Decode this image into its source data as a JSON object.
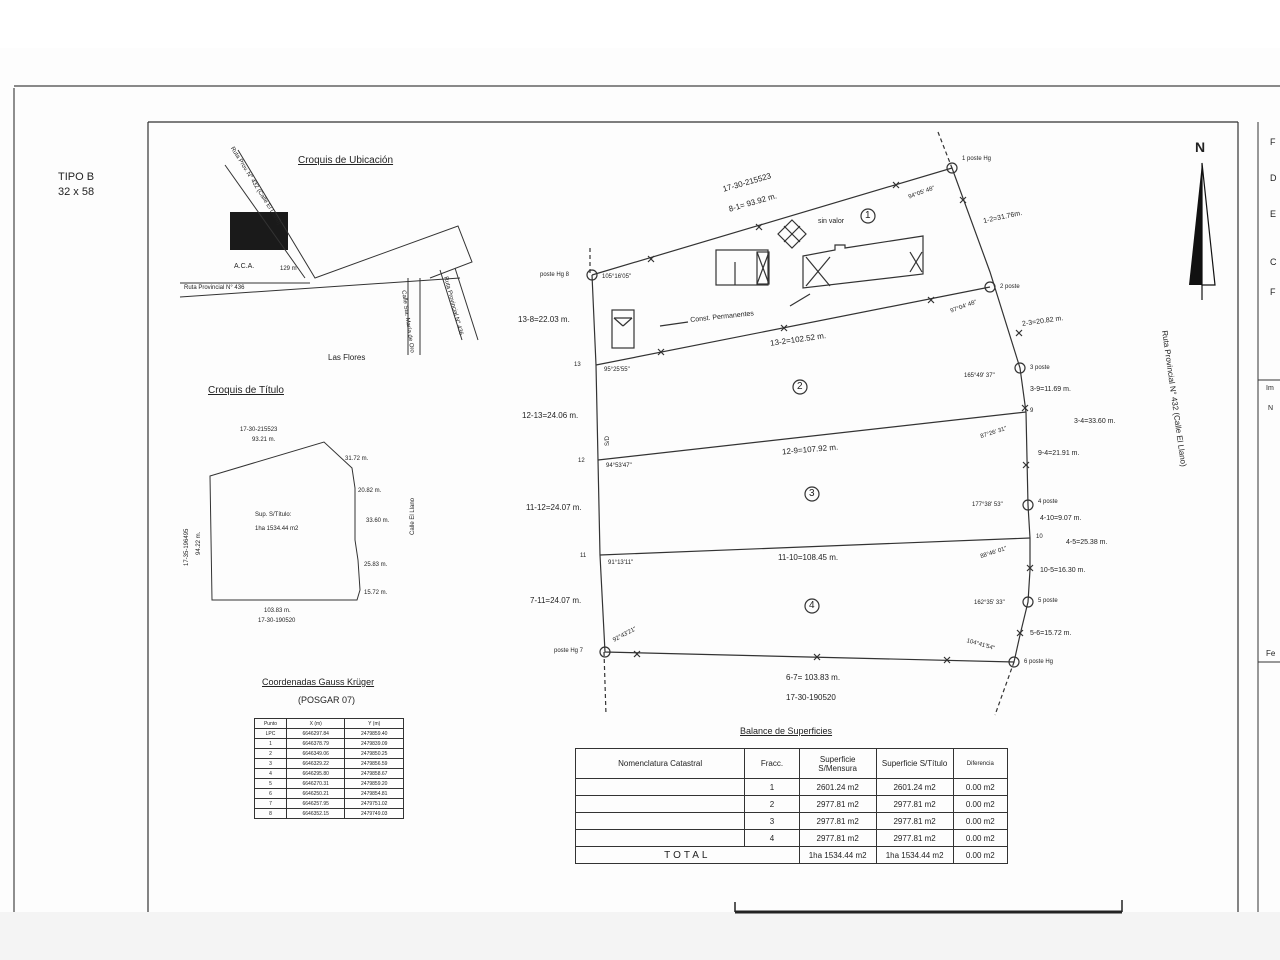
{
  "header": {
    "tipo": "TIPO B",
    "size": "32 x 58",
    "north": "N"
  },
  "ubicacion": {
    "title": "Croquis de Ubicación",
    "labels": {
      "aca": "A.C.A.",
      "dist": "129 m",
      "ruta436": "Ruta Provincial N° 436",
      "ruta432": "Ruta Prov. N° 432 (Calle El Llano)",
      "ruta436b": "Ruta Provincial N° 436",
      "calle": "Calle Sta. María de Oro",
      "lasflores": "Las Flores"
    }
  },
  "titulo": {
    "title": "Croquis de Título",
    "top": "17-30-215523",
    "topd": "93.21 m.",
    "d1": "31.72 m.",
    "d2": "20.82 m.",
    "d3": "33.60 m.",
    "d4": "25.83 m.",
    "d5": "15.72 m.",
    "bottomd": "103.83 m.",
    "bottom": "17-30-190520",
    "left": "17-35-196495",
    "leftd": "94.22 m.",
    "sup1": "Sup. S/Título:",
    "sup2": "1ha 1534.44 m2",
    "calle": "Calle El Llano"
  },
  "coordenadas": {
    "title": "Coordenadas Gauss Krüger",
    "subtitle": "(POSGAR 07)",
    "headers": [
      "Punto",
      "X (m)",
      "Y (m)"
    ],
    "rows": [
      [
        "LPC",
        "6646297.84",
        "2479859.40"
      ],
      [
        "1",
        "6646378.79",
        "2479839.09"
      ],
      [
        "2",
        "6646349.06",
        "2479850.25"
      ],
      [
        "3",
        "6646329.22",
        "2479856.59"
      ],
      [
        "4",
        "6646295.80",
        "2479858.67"
      ],
      [
        "5",
        "6646270.31",
        "2479859.20"
      ],
      [
        "6",
        "6646250.21",
        "2479854.81"
      ],
      [
        "7",
        "6646257.95",
        "2479751.02"
      ],
      [
        "8",
        "6646352.15",
        "2479749.03"
      ]
    ]
  },
  "plan": {
    "top_ref": "17-30-215523",
    "d81": "8-1= 93.92 m.",
    "sinvalor": "sin valor",
    "const": "Const. Permanentes",
    "poste1": "1 poste Hg",
    "poste2": "2 poste",
    "poste3": "3 poste",
    "poste4": "4 poste",
    "poste5": "5 poste",
    "poste6": "6 poste Hg",
    "poste7": "poste Hg 7",
    "poste8": "poste Hg 8",
    "a1": "94°05' 48\"",
    "a8": "105°16'05\"",
    "a2": "97°04' 48\"",
    "a13": "95°25'55\"",
    "a3": "165°49' 37\"",
    "a9": "87°26' 31\"",
    "a12": "94°53'47\"",
    "a4": "177°38' 53\"",
    "a10": "88°46' 01\"",
    "a11": "91°13'11\"",
    "a5": "162°35' 33\"",
    "a6": "104°41'54\"",
    "a7": "92°43'21\"",
    "d12": "1-2=31.76m.",
    "d23": "2-3=20.82 m.",
    "d39": "3-9=11.69 m.",
    "d34": "3-4=33.60 m.",
    "d94": "9-4=21.91 m.",
    "d410": "4-10=9.07 m.",
    "d45": "4-5=25.38 m.",
    "d105": "10-5=16.30 m.",
    "d56": "5-6=15.72 m.",
    "d132": "13-2=102.52 m.",
    "d129": "12-9=107.92 m.",
    "d1110": "11-10=108.45 m.",
    "d67": "6-7= 103.83 m.",
    "bottom_ref": "17-30-190520",
    "d138": "13-8=22.03 m.",
    "d1213": "12-13=24.06 m.",
    "d1112": "11-12=24.07 m.",
    "d711": "7-11=24.07 m.",
    "n13": "13",
    "n12": "12",
    "n11": "11",
    "n9": "9",
    "n10": "10",
    "sd": "S/D",
    "f1": "1",
    "f2": "2",
    "f3": "3",
    "f4": "4",
    "ruta": "Ruta Provincial N° 432 (Calle El Llano)"
  },
  "balance": {
    "title": "Balance de Superficies",
    "headers": [
      "Nomenclatura Catastral",
      "Fracc.",
      "Superficie S/Mensura",
      "Superficie S/Título",
      "Diferencia"
    ],
    "rows": [
      [
        "",
        "1",
        "2601.24 m2",
        "2601.24 m2",
        "0.00 m2"
      ],
      [
        "",
        "2",
        "2977.81 m2",
        "2977.81 m2",
        "0.00 m2"
      ],
      [
        "",
        "3",
        "2977.81 m2",
        "2977.81 m2",
        "0.00 m2"
      ],
      [
        "",
        "4",
        "2977.81 m2",
        "2977.81 m2",
        "0.00 m2"
      ]
    ],
    "total": [
      "TOTAL",
      "1ha 1534.44 m2",
      "1ha 1534.44 m2",
      "0.00 m2"
    ]
  },
  "margin": {
    "m1": "F",
    "m2": "D",
    "m3": "E",
    "m4": "C",
    "m5": "F",
    "m6": "Im",
    "m7": "N",
    "m8": "Fe"
  }
}
